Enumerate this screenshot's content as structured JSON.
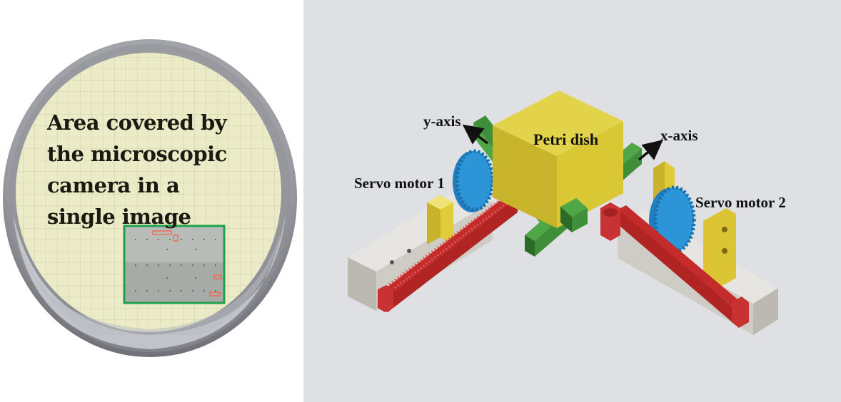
{
  "left_panel": {
    "caption": "Area covered by\nthe microscopic\ncamera in a\nsingle image"
  },
  "right_panel": {
    "labels": {
      "petri_dish": "Petri dish",
      "y_axis": "y-axis",
      "x_axis": "x-axis",
      "servo_motor_1": "Servo motor 1",
      "servo_motor_2": "Servo motor 2"
    }
  },
  "colors": {
    "frame_box": "#1ea14a",
    "petri_block": "#d9c834",
    "gear": "#2b95d8",
    "rack": "#c42b2b",
    "rail": "#3f8f3a",
    "bracket": "#d9c42c",
    "base": "#cbc8c2",
    "background_right": "#dfe0e4"
  }
}
